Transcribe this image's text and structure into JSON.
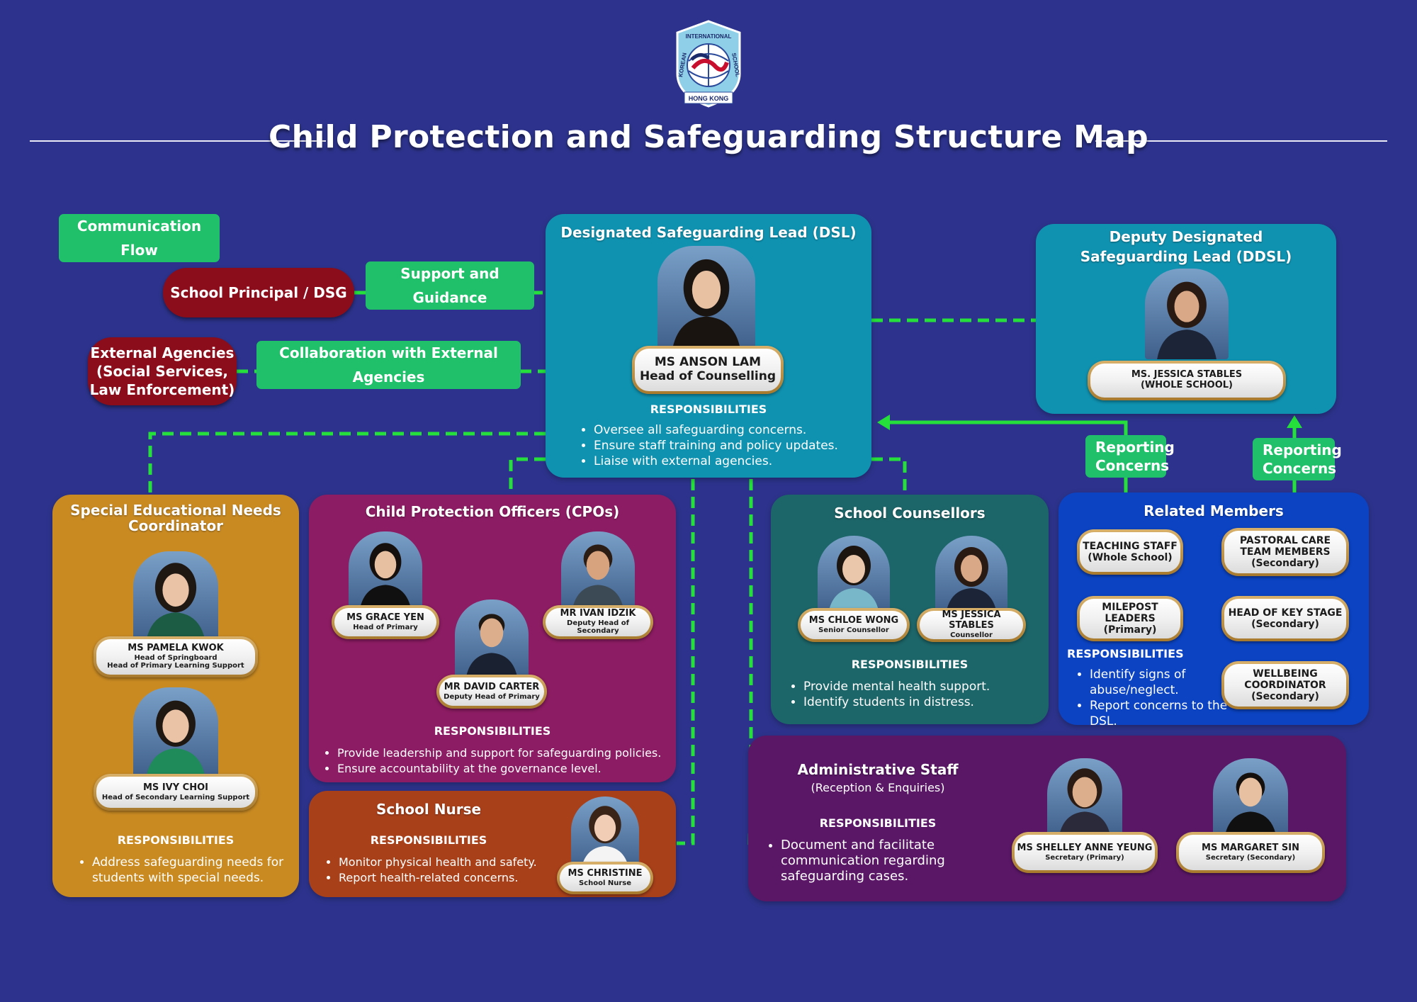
{
  "logo": {
    "top_text": "INTERNATIONAL",
    "left_text": "KOREAN",
    "right_text": "SCHOOL",
    "banner_text": "HONG KONG"
  },
  "title": "Child Protection and Safeguarding Structure Map",
  "legend": {
    "label": "Communication Flow"
  },
  "flows": {
    "support": "Support and Guidance",
    "collaboration": "Collaboration with External Agencies",
    "reporting_1": "Reporting Concerns",
    "reporting_2": "Reporting Concerns"
  },
  "principal": {
    "label": "School Principal / DSG"
  },
  "external": {
    "label_1": "External Agencies",
    "label_2": "(Social Services,",
    "label_3": "Law Enforcement)"
  },
  "dsl": {
    "title": "Designated Safeguarding Lead (DSL)",
    "name": "MS ANSON LAM",
    "role": "Head of Counselling",
    "resp_heading": "RESPONSIBILITIES",
    "responsibilities": [
      "Oversee all safeguarding concerns.",
      "Ensure staff training and policy updates.",
      "Liaise with external agencies."
    ]
  },
  "ddsl": {
    "title_1": "Deputy Designated",
    "title_2": "Safeguarding Lead (DDSL)",
    "name": "MS. JESSICA STABLES",
    "role": "(WHOLE SCHOOL)"
  },
  "senco": {
    "title_1": "Special Educational Needs",
    "title_2": "Coordinator",
    "people": [
      {
        "name": "MS PAMELA KWOK",
        "role_1": "Head of Springboard",
        "role_2": "Head of Primary Learning Support"
      },
      {
        "name": "MS IVY CHOI",
        "role_1": "Head of Secondary Learning Support"
      }
    ],
    "resp_heading": "RESPONSIBILITIES",
    "responsibilities": [
      "Address safeguarding needs for students with special needs."
    ]
  },
  "cpo": {
    "title": "Child Protection Officers (CPOs)",
    "people": [
      {
        "name": "MS GRACE YEN",
        "role": "Head of Primary"
      },
      {
        "name": "MR IVAN IDZIK",
        "role": "Deputy Head of Secondary"
      },
      {
        "name": "MR DAVID CARTER",
        "role": "Deputy Head of Primary"
      }
    ],
    "resp_heading": "RESPONSIBILITIES",
    "responsibilities": [
      "Provide leadership and support for safeguarding policies.",
      "Ensure accountability at the governance level."
    ]
  },
  "nurse": {
    "title": "School Nurse",
    "resp_heading": "RESPONSIBILITIES",
    "responsibilities": [
      "Monitor physical health and safety.",
      "Report health-related concerns."
    ],
    "name": "MS CHRISTINE",
    "role": "School Nurse"
  },
  "counsellors": {
    "title": "School Counsellors",
    "people": [
      {
        "name": "MS CHLOE WONG",
        "role": "Senior Counsellor"
      },
      {
        "name": "MS JESSICA STABLES",
        "role": "Counsellor"
      }
    ],
    "resp_heading": "RESPONSIBILITIES",
    "responsibilities": [
      "Provide mental health support.",
      "Identify students in distress."
    ]
  },
  "related": {
    "title": "Related Members",
    "members": [
      {
        "line1": "TEACHING STAFF",
        "line2": "(Whole School)",
        "line3": ""
      },
      {
        "line1": "PASTORAL CARE",
        "line2": "TEAM MEMBERS",
        "line3": "(Secondary)"
      },
      {
        "line1": "MILEPOST LEADERS",
        "line2": "(Primary)",
        "line3": ""
      },
      {
        "line1": "HEAD OF KEY STAGE",
        "line2": "(Secondary)",
        "line3": ""
      },
      {
        "line1": "WELLBEING",
        "line2": "COORDINATOR",
        "line3": "(Secondary)"
      }
    ],
    "resp_heading": "RESPONSIBILITIES",
    "responsibilities": [
      "Identify signs of abuse/neglect.",
      "Report concerns to the DSL."
    ]
  },
  "admin": {
    "title": "Administrative Staff",
    "subtitle": "(Reception & Enquiries)",
    "resp_heading": "RESPONSIBILITIES",
    "responsibilities": [
      "Document and facilitate communication regarding safeguarding cases."
    ],
    "people": [
      {
        "name": "MS SHELLEY ANNE YEUNG",
        "role": "Secretary (Primary)"
      },
      {
        "name": "MS MARGARET SIN",
        "role": "Secretary (Secondary)"
      }
    ]
  },
  "colors": {
    "background": "#2d338c",
    "flow_green": "#25e03a",
    "tag_green": "#20c06a",
    "dsl_teal": "#0f92b0",
    "senco_gold": "#c98a22",
    "cpo_magenta": "#8c1c63",
    "nurse_rust": "#a8401a",
    "counsellor_teal": "#1c6568",
    "related_blue": "#0b43c2",
    "admin_purple": "#5a1766",
    "principal_red": "#8b0d1c"
  }
}
